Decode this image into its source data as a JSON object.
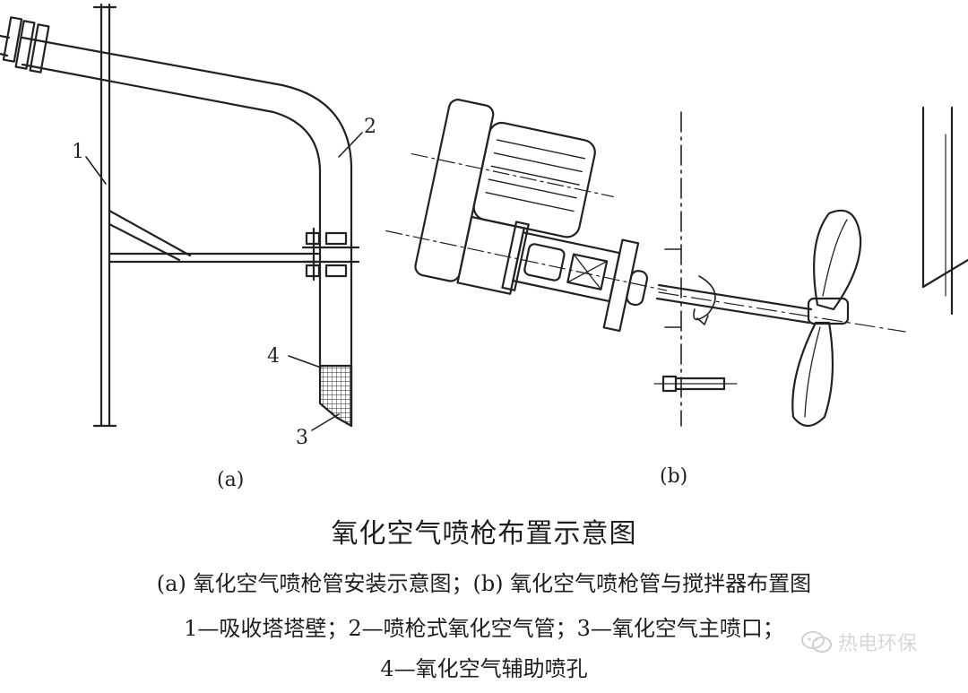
{
  "figure": {
    "title": "氧化空气喷枪布置示意图",
    "subtitle": "(a) 氧化空气喷枪管安装示意图；(b) 氧化空气喷枪管与搅拌器布置图",
    "legend_line1": "1—吸收塔塔壁；2—喷枪式氧化空气管；3—氧化空气主喷口；",
    "legend_line2": "4—氧化空气辅助喷孔",
    "panel_a_label": "(a)",
    "panel_b_label": "(b)",
    "callouts": {
      "c1": "1",
      "c2": "2",
      "c3": "3",
      "c4": "4"
    }
  },
  "watermark": {
    "text": "热电环保",
    "icon": "wechat-icon"
  }
}
